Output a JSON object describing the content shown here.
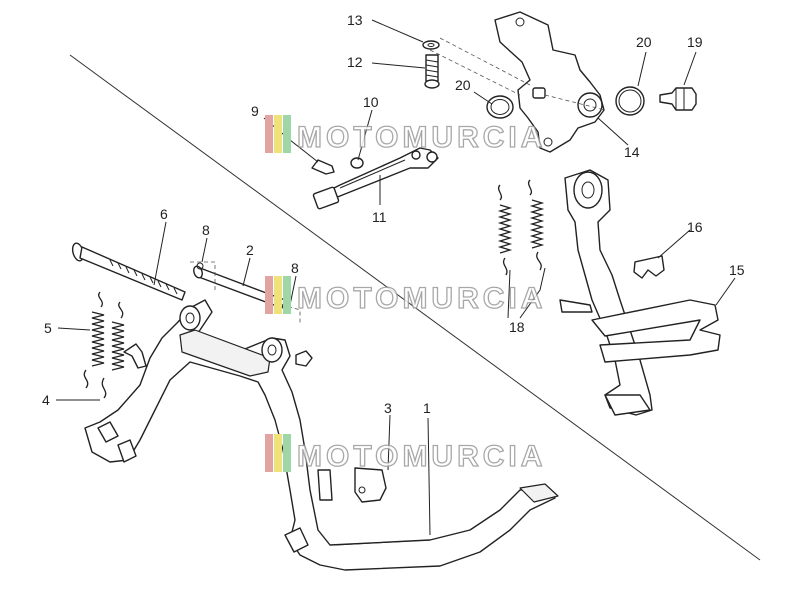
{
  "watermark": {
    "text": "MOTOMURCIA",
    "stripe_colors": [
      "#e2a3a3",
      "#f0e27a",
      "#9fd6a8"
    ]
  },
  "part_labels": {
    "p1": "1",
    "p2": "2",
    "p3": "3",
    "p4": "4",
    "p5": "5",
    "p6": "6",
    "p8a": "8",
    "p8b": "8",
    "p9": "9",
    "p10": "10",
    "p11": "11",
    "p12": "12",
    "p13": "13",
    "p14": "14",
    "p15": "15",
    "p16": "16",
    "p18": "18",
    "p19": "19",
    "p20a": "20",
    "p20b": "20"
  }
}
